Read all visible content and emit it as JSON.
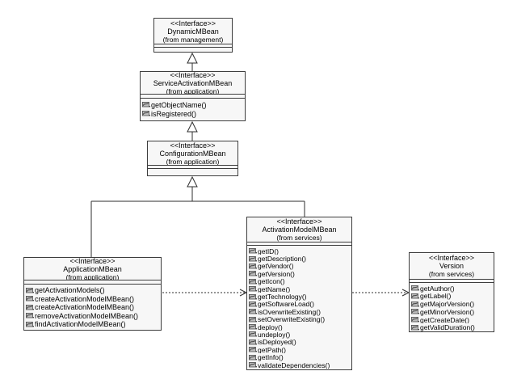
{
  "colors": {
    "box_fill": "#f7f7f7",
    "box_border": "#3d3d3d",
    "line": "#2e2e2e",
    "icon_fill": "#bdbdbd",
    "icon_mark": "#4a4a4a",
    "text": "#000000",
    "background": "#ffffff"
  },
  "classes": {
    "dynamicMBean": {
      "stereotype": "<<Interface>>",
      "name": "DynamicMBean",
      "package": "(from management)",
      "methods": []
    },
    "serviceActivationMBean": {
      "stereotype": "<<Interface>>",
      "name": "ServiceActivationMBean",
      "package": "(from application)",
      "methods": [
        "getObjectName()",
        "isRegistered()"
      ]
    },
    "configurationMBean": {
      "stereotype": "<<Interface>>",
      "name": "ConfigurationMBean",
      "package": "(from application)",
      "methods": []
    },
    "applicationMBean": {
      "stereotype": "<<Interface>>",
      "name": "ApplicationMBean",
      "package": "(from application)",
      "methods": [
        "getActivationModels()",
        "createActivationModelMBean()",
        "createActivationModelMBean()",
        "removeActivationModelMBean()",
        "findActivationModelMBean()"
      ]
    },
    "activationModelMBean": {
      "stereotype": "<<Interface>>",
      "name": "ActivationModelMBean",
      "package": "(from services)",
      "methods": [
        "getID()",
        "getDescription()",
        "getVendor()",
        "getVersion()",
        "getIcon()",
        "getName()",
        "getTechnology()",
        "getSoftwareLoad()",
        "isOverwriteExisting()",
        "setOverwriteExisting()",
        "deploy()",
        "undeploy()",
        "isDeployed()",
        "getPath()",
        "getInfo()",
        "validateDependencies()"
      ]
    },
    "version": {
      "stereotype": "<<Interface>>",
      "name": "Version",
      "package": "(from services)",
      "methods": [
        "getAuthor()",
        "getLabel()",
        "getMajorVersion()",
        "getMinorVersion()",
        "getCreateDate()",
        "getValidDuration()"
      ]
    }
  },
  "relationships": [
    {
      "type": "generalization",
      "from": "ServiceActivationMBean",
      "to": "DynamicMBean"
    },
    {
      "type": "generalization",
      "from": "ConfigurationMBean",
      "to": "ServiceActivationMBean"
    },
    {
      "type": "generalization",
      "from": "ApplicationMBean",
      "to": "ConfigurationMBean"
    },
    {
      "type": "generalization",
      "from": "ActivationModelMBean",
      "to": "ConfigurationMBean"
    },
    {
      "type": "dependency",
      "from": "ApplicationMBean",
      "to": "ActivationModelMBean"
    },
    {
      "type": "dependency",
      "from": "ActivationModelMBean",
      "to": "Version"
    }
  ]
}
